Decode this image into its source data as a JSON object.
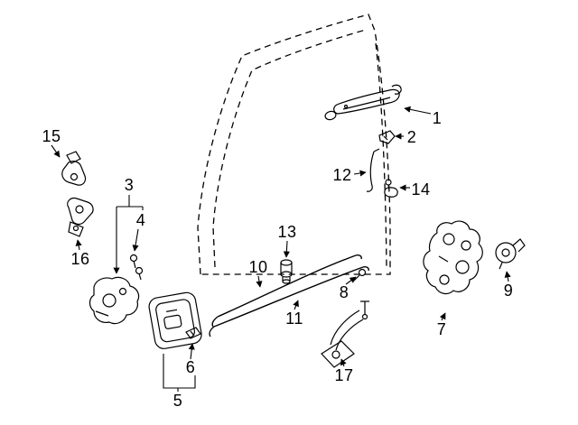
{
  "diagram": {
    "kind": "exploded-parts-diagram",
    "description": "Rear door lock and handle hardware exploded view with numbered callouts",
    "background_color": "#ffffff",
    "line_color": "#000000",
    "callouts": [
      {
        "label": "1",
        "part": "outside-handle"
      },
      {
        "label": "2",
        "part": "handle-clip"
      },
      {
        "label": "3",
        "part": "latch-assembly"
      },
      {
        "label": "4",
        "part": "latch-screws"
      },
      {
        "label": "5",
        "part": "inside-handle-bezel-group"
      },
      {
        "label": "6",
        "part": "bezel-clip"
      },
      {
        "label": "7",
        "part": "lock-actuator"
      },
      {
        "label": "8",
        "part": "rod-clip"
      },
      {
        "label": "9",
        "part": "lock-grommet"
      },
      {
        "label": "10",
        "part": "upper-rod"
      },
      {
        "label": "11",
        "part": "lower-rod"
      },
      {
        "label": "12",
        "part": "handle-rod"
      },
      {
        "label": "13",
        "part": "rod-grommet"
      },
      {
        "label": "14",
        "part": "rod-clip-grommet"
      },
      {
        "label": "15",
        "part": "upper-hinge-part"
      },
      {
        "label": "16",
        "part": "door-hinge"
      },
      {
        "label": "17",
        "part": "door-check"
      }
    ]
  }
}
